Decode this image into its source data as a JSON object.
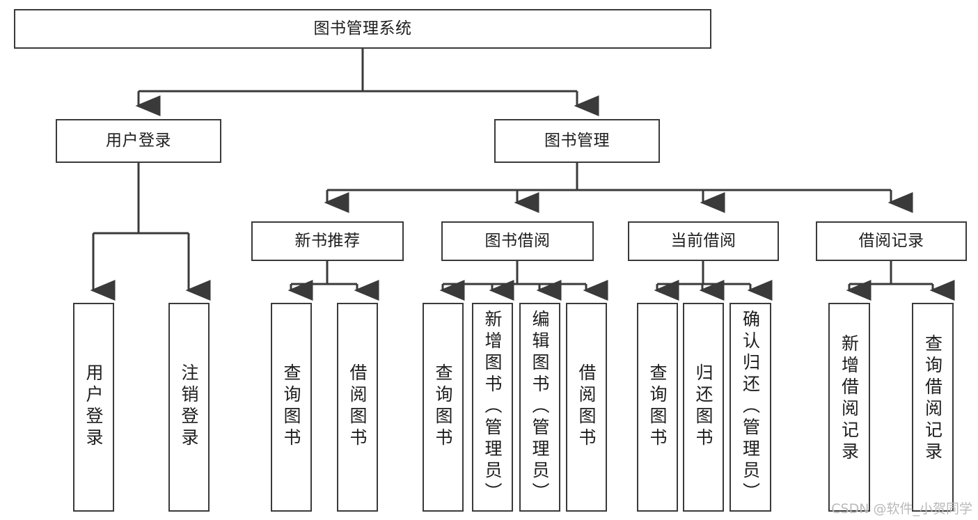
{
  "diagram": {
    "title": "图书管理系统",
    "type": "tree-diagram",
    "watermark": "CSDN @软件_小贺同学",
    "colors": {
      "stroke": "#3a3a3a",
      "box_fill": "#ffffff",
      "text": "#1d1d1d",
      "watermark": "#b9b9b9",
      "background": "#ffffff"
    },
    "nodes": {
      "root": "图书管理系统",
      "level2": {
        "user_login": "用户登录",
        "book_manage": "图书管理"
      },
      "level3": {
        "new_book_recommend": "新书推荐",
        "book_borrow": "图书借阅",
        "current_borrow": "当前借阅",
        "borrow_record": "借阅记录"
      },
      "leaves": {
        "user_login_1": "用户登录",
        "user_login_2": "注销登录",
        "recommend_1": "查询图书",
        "recommend_2": "借阅图书",
        "borrow_1": "查询图书",
        "borrow_2": "新增图书（管理员）",
        "borrow_3": "编辑图书（管理员）",
        "borrow_4": "借阅图书",
        "current_1": "查询图书",
        "current_2": "归还图书",
        "current_3": "确认归还（管理员）",
        "record_1": "新增借阅记录",
        "record_2": "查询借阅记录"
      }
    }
  }
}
